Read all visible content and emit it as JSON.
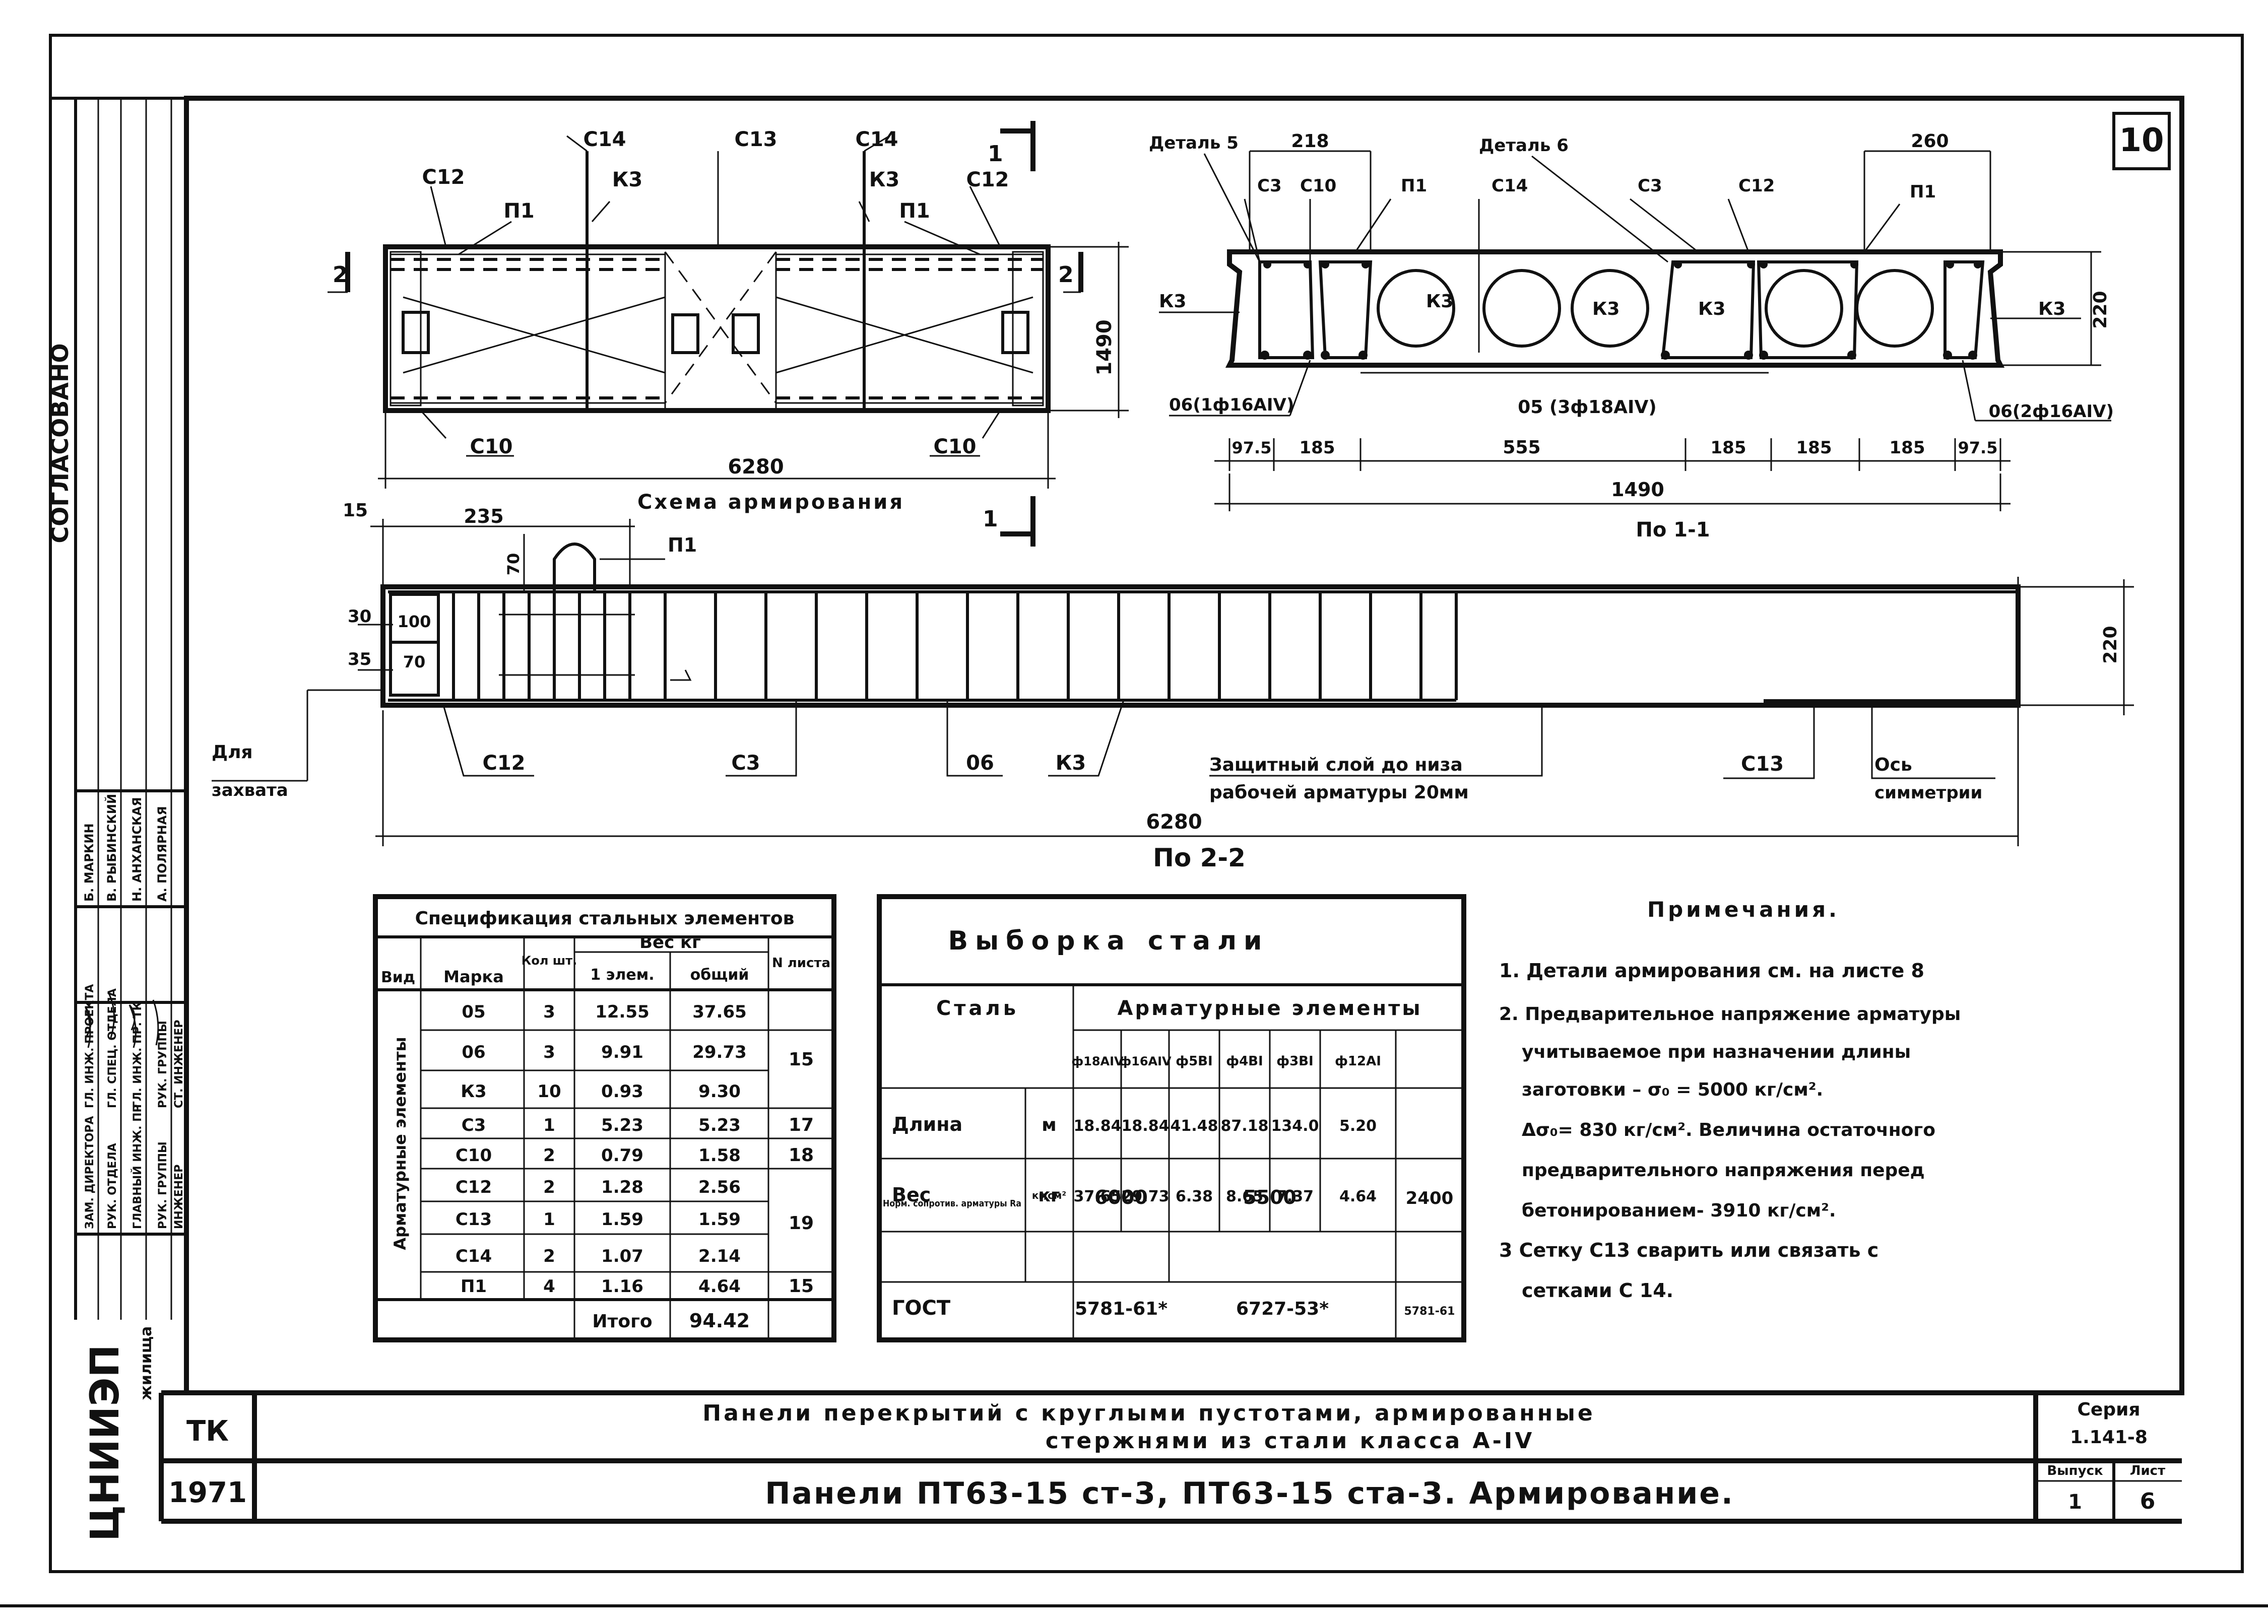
{
  "sheet": {
    "corner_number": "10",
    "left_strip": {
      "agreed": "СОГЛАСОВАНО",
      "roles": [
        "ЗАМ. ДИРЕКТОРА",
        "РУК. ОТДЕЛА",
        "ГЛАВНЫЙ ИНЖ. ПР",
        "РУК. ГРУППЫ",
        "ИНЖЕНЕР"
      ],
      "roles2": [
        "ГЛ. ИНЖ. ПРОЕКТА",
        "ГЛ. СПЕЦ. ОТДЕЛА",
        "ГЛ. ИНЖ. ПР. ТК",
        "РУК. ГРУППЫ",
        "СТ. ИНЖЕНЕР"
      ],
      "names": [
        "Б. МАРКИН",
        "В. РЫБИНСКИЙ",
        "Н. АНХАНСКАЯ",
        "А. ПОЛЯРНАЯ"
      ],
      "logo": "ЦНИИЭП",
      "logo_sub": "жилища"
    },
    "bottom_tk": "ТК",
    "year": "1971",
    "title_line1": "Панели перекрытий с круглыми пустотами, армированные",
    "title_line2": "стержнями из стали класса А-IV",
    "title_main": "Панели ПТ63-15 ст-3, ПТ63-15 ста-3. Армирование.",
    "series_label": "Серия",
    "series_value": "1.141-8",
    "issue_label": "Выпуск",
    "issue_value": "1",
    "sheet_label": "Лист",
    "sheet_value": "6"
  },
  "plan": {
    "labels": {
      "c14_a": "С14",
      "c13": "С13",
      "c14_b": "С14",
      "c12_a": "С12",
      "k3_a": "К3",
      "k3_b": "К3",
      "c12_b": "С12",
      "p1_a": "П1",
      "p1_b": "П1",
      "c10_a": "С10",
      "c10_b": "С10",
      "sec2_a": "2",
      "sec2_b": "2",
      "sec1_a": "1",
      "sec1_b": "1"
    },
    "dim_length": "6280",
    "dim_width": "1490",
    "caption": "Схема армирования"
  },
  "section11": {
    "detail5": "Деталь 5",
    "detail6": "Деталь 6",
    "dim_218": "218",
    "dim_260": "260",
    "c3_a": "С3",
    "c10": "С10",
    "p1_a": "П1",
    "c14": "С14",
    "c3_b": "С3",
    "c12": "С12",
    "p1_b": "П1",
    "k3": [
      "К3",
      "К3",
      "К3",
      "К3",
      "К3"
    ],
    "dim_height": "220",
    "bar_left": "06(1ф16АIV)",
    "bar_mid": "05 (3ф18АIV)",
    "bar_right": "06(2ф16АIV)",
    "dims_bottom": [
      "97.5",
      "185",
      "555",
      "185",
      "185",
      "185",
      "97.5"
    ],
    "dim_total": "1490",
    "caption": "По 1-1"
  },
  "section22": {
    "dim_15": "15",
    "dim_235": "235",
    "dim_70_top": "70",
    "p1": "П1",
    "dim_30": "30",
    "dim_100": "100",
    "dim_35": "35",
    "dim_70": "70",
    "dim_220": "220",
    "grip": "Для",
    "grip2": "захвата",
    "c12": "С12",
    "c3": "С3",
    "b06": "06",
    "k3": "К3",
    "cover1": "Защитный слой до низа",
    "cover2": "рабочей арматуры 20мм",
    "c13": "С13",
    "axis1": "Ось",
    "axis2": "симметрии",
    "dim_total": "6280",
    "caption": "По 2-2"
  },
  "spec": {
    "title": "Спецификация стальных элементов",
    "h_type": "Вид",
    "h_mark": "Марка",
    "h_qty": "Кол шт.",
    "h_weight": "Вес кг",
    "h_one": "1 элем.",
    "h_total": "общий",
    "h_sheet": "N листа",
    "group": "Арматурные элементы",
    "rows": [
      {
        "mark": "05",
        "qty": "3",
        "one": "12.55",
        "total": "37.65",
        "sheet": ""
      },
      {
        "mark": "06",
        "qty": "3",
        "one": "9.91",
        "total": "29.73",
        "sheet": "15"
      },
      {
        "mark": "К3",
        "qty": "10",
        "one": "0.93",
        "total": "9.30",
        "sheet": ""
      },
      {
        "mark": "С3",
        "qty": "1",
        "one": "5.23",
        "total": "5.23",
        "sheet": "17"
      },
      {
        "mark": "С10",
        "qty": "2",
        "one": "0.79",
        "total": "1.58",
        "sheet": "18"
      },
      {
        "mark": "С12",
        "qty": "2",
        "one": "1.28",
        "total": "2.56",
        "sheet": ""
      },
      {
        "mark": "С13",
        "qty": "1",
        "one": "1.59",
        "total": "1.59",
        "sheet": "19"
      },
      {
        "mark": "С14",
        "qty": "2",
        "one": "1.07",
        "total": "2.14",
        "sheet": ""
      },
      {
        "mark": "П1",
        "qty": "4",
        "one": "1.16",
        "total": "4.64",
        "sheet": "15"
      }
    ],
    "total_label": "Итого",
    "total_value": "94.42"
  },
  "steel": {
    "title": "Выборка стали",
    "h_steel": "Сталь",
    "h_elements": "Арматурные элементы",
    "cols": [
      "ф18АIV",
      "ф16АIV",
      "ф5ВI",
      "ф4ВI",
      "ф3ВI",
      "ф12АI"
    ],
    "length_label": "Длина",
    "length_unit": "м",
    "length": [
      "18.84",
      "18.84",
      "41.48",
      "87.18",
      "134.0",
      "5.20"
    ],
    "weight_label": "Вес",
    "weight_unit": "кг",
    "weight": [
      "37.65",
      "29.73",
      "6.38",
      "8.65",
      "7.37",
      "4.64"
    ],
    "norm_label": "Норм. сопротив. арматуры Ra",
    "norm_unit": "кг/см²",
    "norm": [
      "6000",
      "5500",
      "2400"
    ],
    "gost_label": "ГОСТ",
    "gost": [
      "5781-61*",
      "6727-53*",
      "5781-61"
    ]
  },
  "notes": {
    "title": "Примечания.",
    "items": [
      "1. Детали армирования см. на листе 8",
      "2. Предварительное напряжение арматуры",
      "учитываемое при назначении длины",
      "заготовки – σ₀ = 5000 кг/см².",
      "Δσ₀= 830 кг/см². Величина остаточного",
      "предварительного напряжения перед",
      "бетонированием- 3910 кг/см².",
      "3 Сетку С13 сварить или связать с",
      "сетками С 14."
    ]
  }
}
